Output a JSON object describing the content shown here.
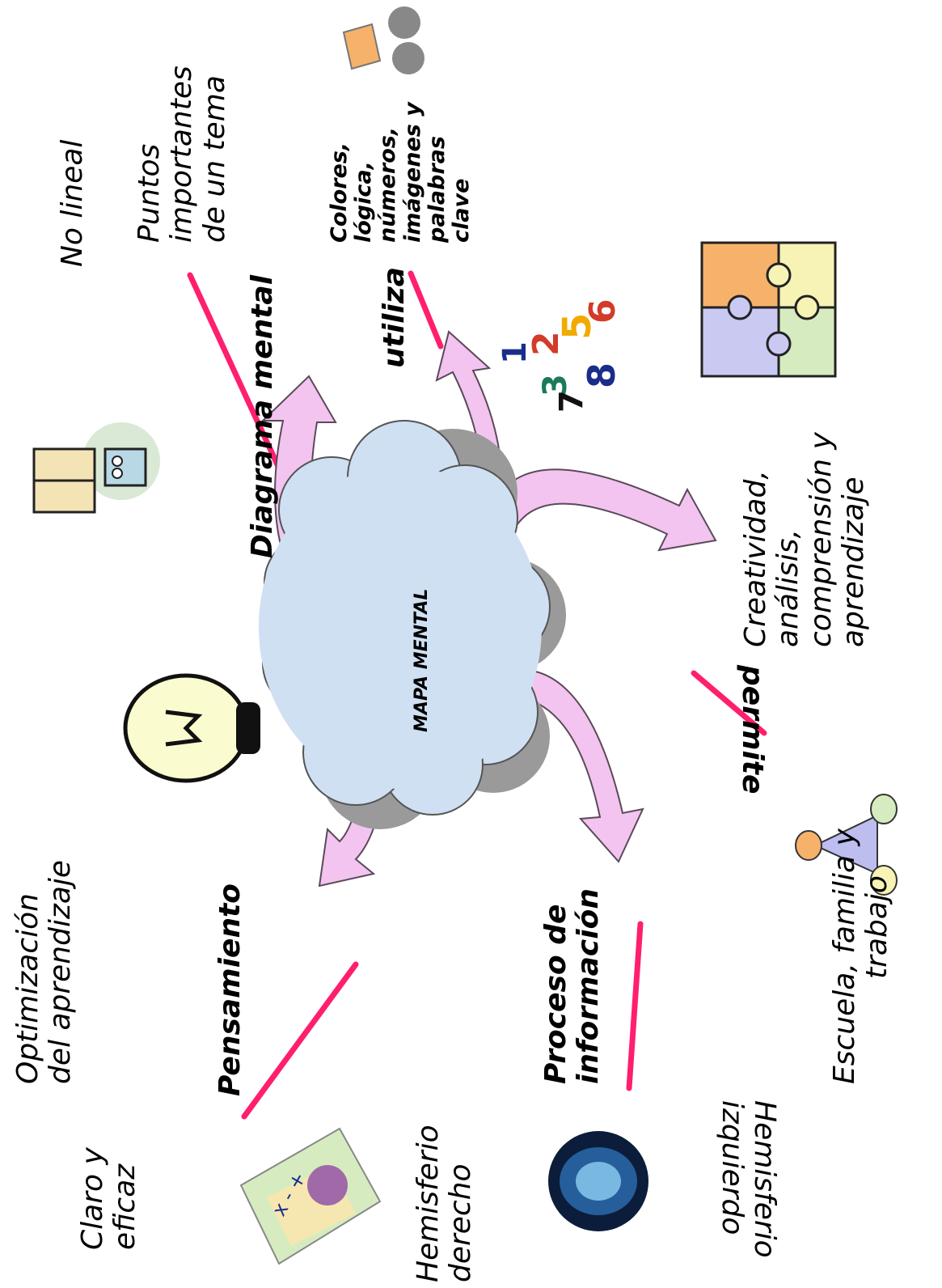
{
  "center": {
    "title": "MAPA MENTAL"
  },
  "branches": {
    "diagrama": {
      "label": "Diagrama mental"
    },
    "utiliza": {
      "label": "utiliza"
    },
    "permite": {
      "label": "permite"
    },
    "proceso": {
      "label_line1": "Proceso de",
      "label_line2": "información"
    },
    "pensamiento": {
      "label": "Pensamiento"
    }
  },
  "notes": {
    "no_lineal": "No lineal",
    "puntos": [
      "Puntos",
      "importantes",
      "de un tema"
    ],
    "colores": [
      "Colores,",
      "lógica,",
      "números,",
      "imágenes y",
      "palabras",
      "clave"
    ],
    "creatividad": [
      "Creatividad,",
      "análisis,",
      "comprensión y",
      "aprendizaje"
    ],
    "escuela": [
      "Escuela, familia y",
      "trabajo"
    ],
    "optimizacion": [
      "Optimización",
      "del aprendizaje"
    ],
    "claro": [
      "Claro y",
      "eficaz"
    ],
    "hemisferio_derecho": [
      "Hemisferio",
      "derecho"
    ],
    "hemisferio_izquierdo": [
      "Hemisferio",
      "izquierdo"
    ]
  },
  "icons": [
    "book-reader-icon",
    "numbers-icon",
    "music-note-icon",
    "puzzle-icon",
    "light-bulb-icon",
    "family-triangle-icon",
    "math-worksheet-icon",
    "brain-icon"
  ],
  "colors": {
    "cloud": "#cfe0f2",
    "arrow": "#f3c4ef",
    "underline": "#ff1f6e"
  }
}
